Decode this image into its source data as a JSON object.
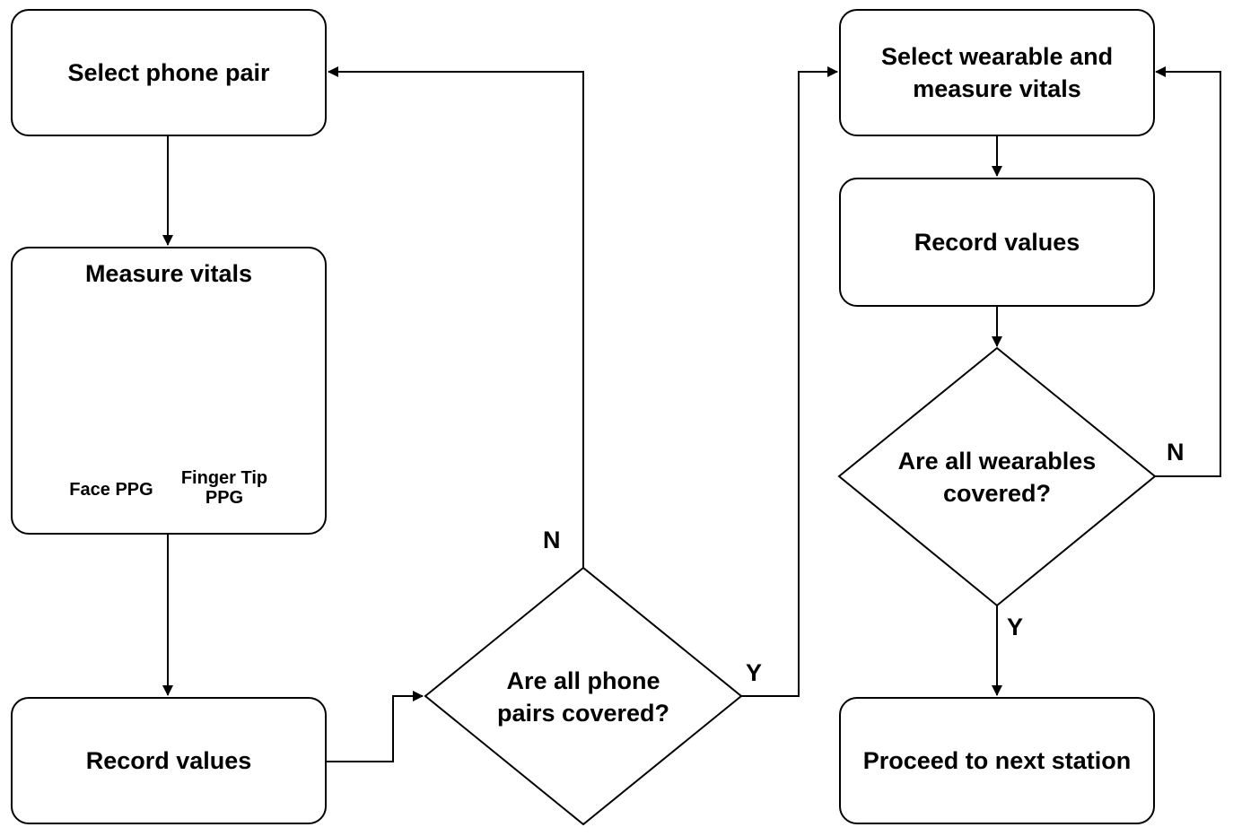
{
  "nodes": {
    "select_phone_pair": "Select phone pair",
    "measure_vitals": "Measure vitals",
    "face_ppg": "Face PPG",
    "finger_tip_ppg": "Finger Tip PPG",
    "record_values_left": "Record values",
    "phone_pairs_decision": "Are all phone pairs covered?",
    "select_wearable": "Select wearable and measure vitals",
    "record_values_right": "Record values",
    "wearables_decision": "Are all wearables covered?",
    "proceed": "Proceed to next station"
  },
  "edge_labels": {
    "phone_no": "N",
    "phone_yes": "Y",
    "wearable_no": "N",
    "wearable_yes": "Y"
  },
  "colors": {
    "finger_screen": "#D93A26",
    "phone_body": "#000000"
  }
}
